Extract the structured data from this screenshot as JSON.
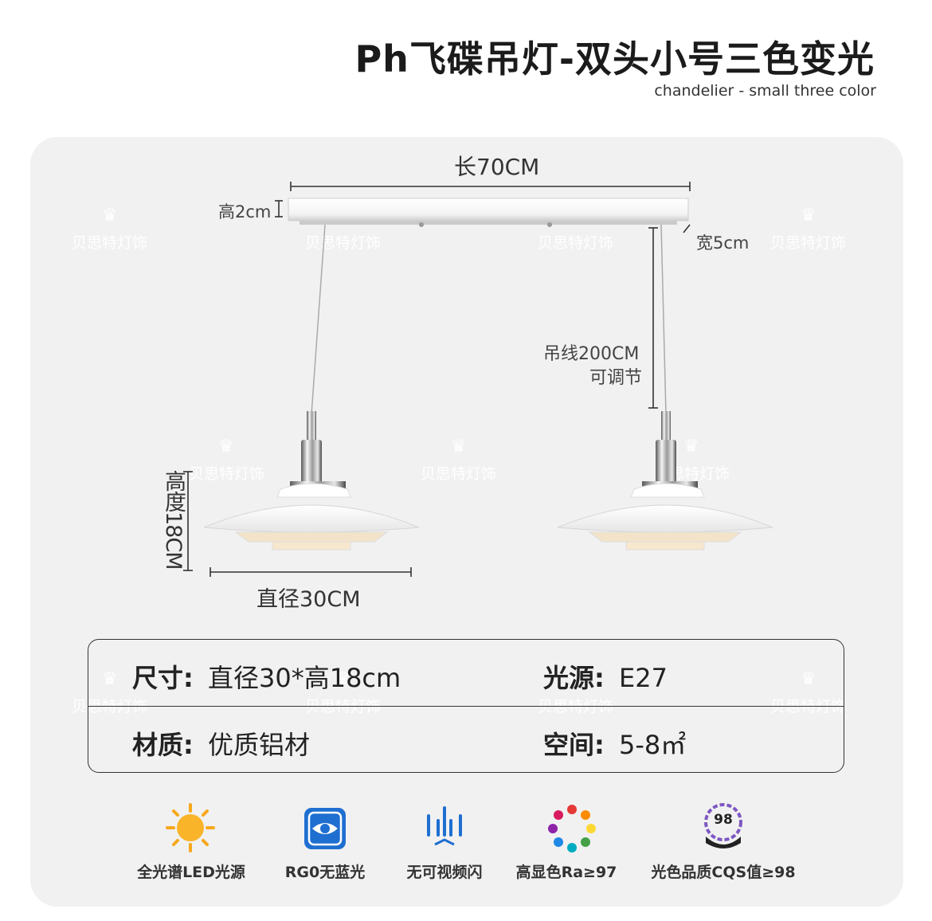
{
  "header": {
    "title": "Ph飞碟吊灯-双头小号三色变光",
    "subtitle": "chandelier - small three color"
  },
  "watermark": {
    "text": "贝思特灯饰"
  },
  "dimensions": {
    "length": "长70CM",
    "height_bar": "高2cm",
    "width_bar": "宽5cm",
    "cord_line1": "吊线200CM",
    "cord_line2": "可调节",
    "lamp_height": "高度18CM",
    "diameter": "直径30CM"
  },
  "specs": {
    "size_label": "尺寸:",
    "size_value": "直径30*高18cm",
    "light_label": "光源:",
    "light_value": "E27",
    "material_label": "材质:",
    "material_value": "优质铝材",
    "space_label": "空间:",
    "space_value": "5-8㎡"
  },
  "features": [
    {
      "label": "全光谱LED光源",
      "icon": "sun-icon"
    },
    {
      "label": "RG0无蓝光",
      "icon": "eye-icon"
    },
    {
      "label": "无可视频闪",
      "icon": "flicker-icon"
    },
    {
      "label": "高显色Ra≥97",
      "icon": "color-wheel-icon"
    },
    {
      "label": "光色品质CQS值≥98",
      "icon": "cqs-badge-icon",
      "badge": "98"
    }
  ],
  "colors": {
    "accent_blue": "#1f6fd1",
    "sun_orange": "#f7a81c",
    "panel": "#f1f1f1"
  }
}
